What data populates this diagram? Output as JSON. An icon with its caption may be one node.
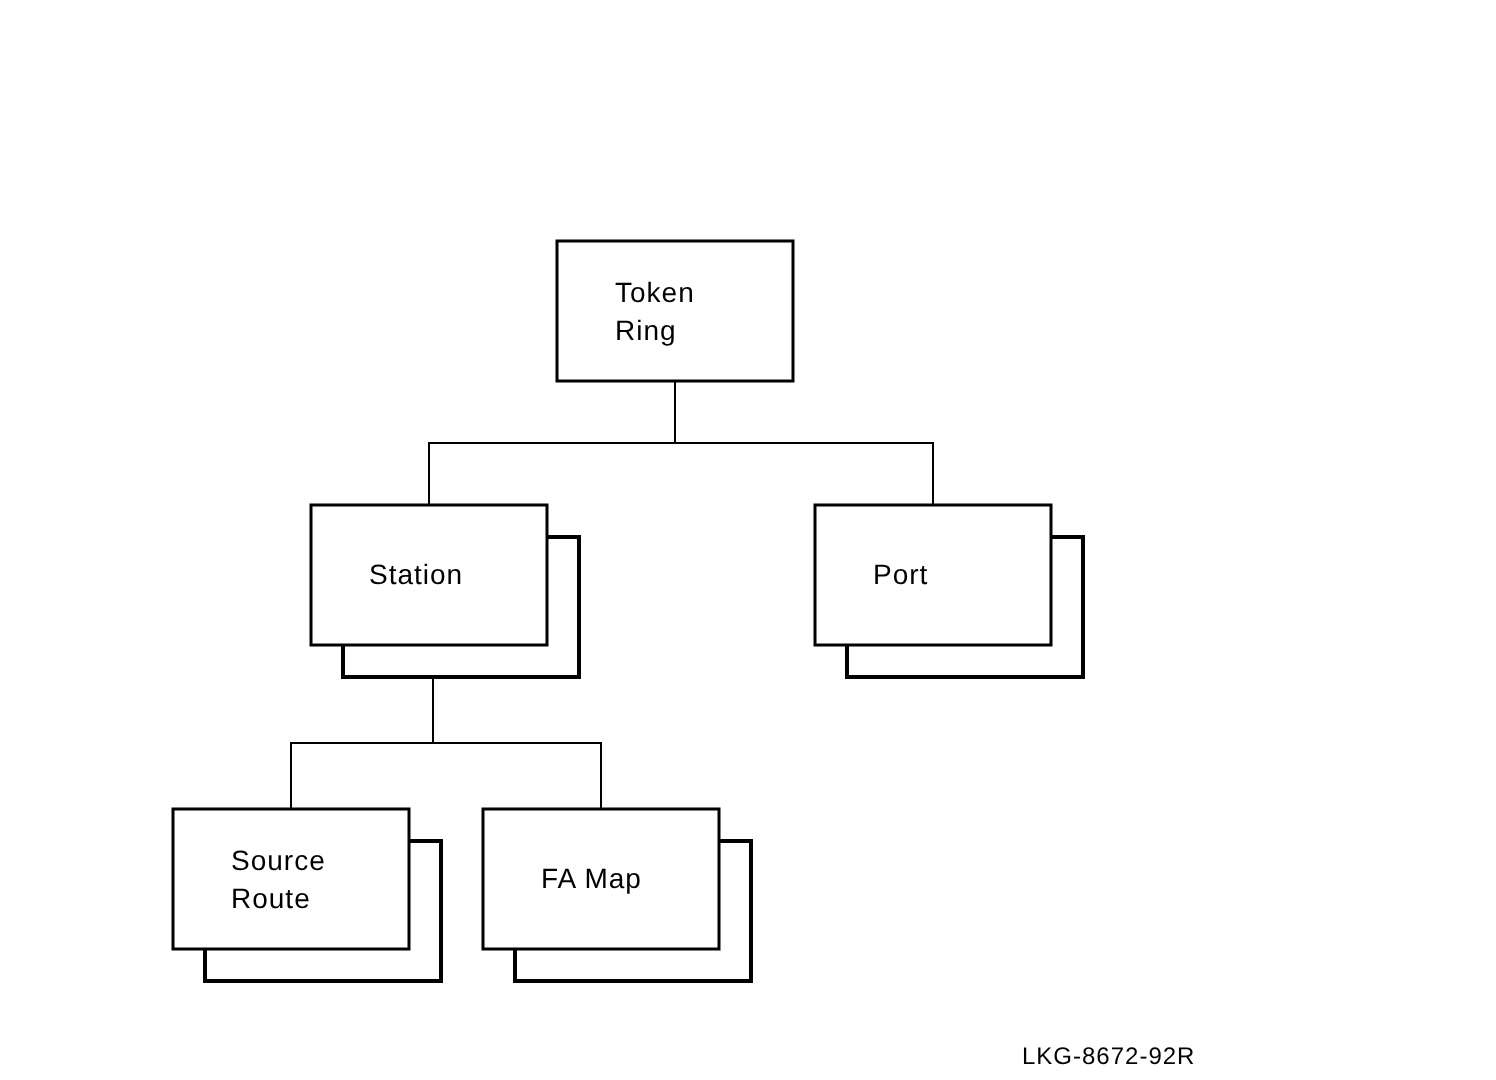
{
  "diagram": {
    "nodes": [
      {
        "text": [
          "Token Ring"
        ]
      },
      {
        "text": [
          "Station"
        ]
      },
      {
        "text": [
          "Port"
        ]
      },
      {
        "text": [
          "Source Route"
        ]
      },
      {
        "text": [
          "FA Map"
        ]
      }
    ],
    "edges": [
      {
        "from": 0,
        "to": 1,
        "arrow": "none"
      },
      {
        "from": 0,
        "to": 2,
        "arrow": "none"
      },
      {
        "from": 1,
        "to": 3,
        "arrow": "none"
      },
      {
        "from": 1,
        "to": 4,
        "arrow": "none"
      }
    ],
    "labels": [
      "LKG-8672-92R"
    ]
  }
}
